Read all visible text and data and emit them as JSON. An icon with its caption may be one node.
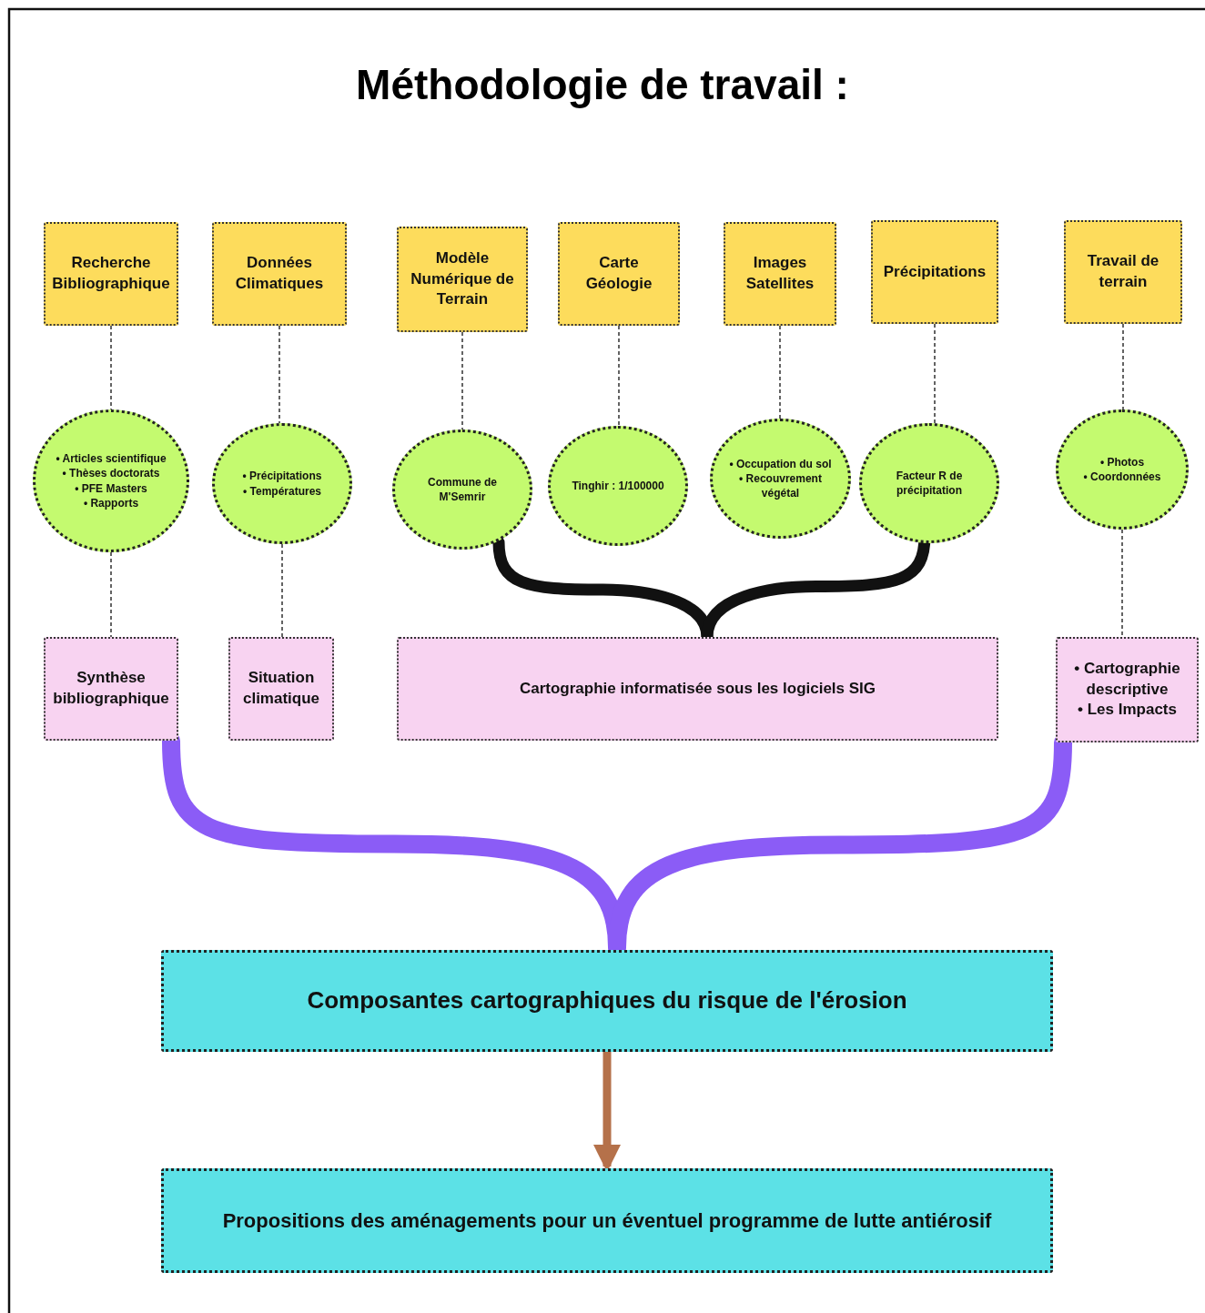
{
  "diagram": {
    "title": "Méthodologie de travail :",
    "nodes": [
      {
        "text": [
          "Recherche Bibliographique"
        ]
      },
      {
        "text": [
          "Données Climatiques"
        ]
      },
      {
        "text": [
          "Modèle Numérique de Terrain"
        ]
      },
      {
        "text": [
          "Carte Géologie"
        ]
      },
      {
        "text": [
          "Images Satellites"
        ]
      },
      {
        "text": [
          "Précipitations"
        ]
      },
      {
        "text": [
          "Travail de terrain"
        ]
      },
      {
        "text": [
          "• Articles scientifique",
          "• Thèses doctorats",
          "• PFE Masters",
          "• Rapports"
        ]
      },
      {
        "text": [
          "• Précipitations",
          "• Températures"
        ]
      },
      {
        "text": [
          "Commune de M'Semrir"
        ]
      },
      {
        "text": [
          "Tinghir : 1/100000"
        ]
      },
      {
        "text": [
          "• Occupation du sol",
          "• Recouvrement végétal"
        ]
      },
      {
        "text": [
          "Facteur R de précipitation"
        ]
      },
      {
        "text": [
          "• Photos",
          "• Coordonnées"
        ]
      },
      {
        "text": [
          "Synthèse bibliographique"
        ]
      },
      {
        "text": [
          "Situation climatique"
        ]
      },
      {
        "text": [
          "Cartographie informatisée sous les logiciels SIG"
        ]
      },
      {
        "text": [
          "• Cartographie descriptive",
          "• Les Impacts"
        ]
      },
      {
        "text": [
          "Composantes cartographiques du risque de l'érosion"
        ]
      },
      {
        "text": [
          "Propositions des aménagements pour un éventuel programme de lutte antiérosif"
        ]
      }
    ],
    "edges": [
      {
        "from": 0,
        "to": 7,
        "arrow": "none",
        "style": "dashed"
      },
      {
        "from": 1,
        "to": 8,
        "arrow": "none",
        "style": "dashed"
      },
      {
        "from": 2,
        "to": 9,
        "arrow": "none",
        "style": "dashed"
      },
      {
        "from": 3,
        "to": 10,
        "arrow": "none",
        "style": "dashed"
      },
      {
        "from": 4,
        "to": 11,
        "arrow": "none",
        "style": "dashed"
      },
      {
        "from": 5,
        "to": 12,
        "arrow": "none",
        "style": "dashed"
      },
      {
        "from": 6,
        "to": 13,
        "arrow": "none",
        "style": "dashed"
      },
      {
        "from": 7,
        "to": 14,
        "arrow": "none",
        "style": "dashed"
      },
      {
        "from": 8,
        "to": 15,
        "arrow": "none",
        "style": "dashed"
      },
      {
        "from": 13,
        "to": 17,
        "arrow": "none",
        "style": "dashed"
      },
      {
        "from": 9,
        "to": 16,
        "arrow": "none",
        "style": "thick"
      },
      {
        "from": 12,
        "to": 16,
        "arrow": "none",
        "style": "thick"
      },
      {
        "from": 14,
        "to": 18,
        "arrow": "none",
        "style": "thick",
        "color": "#8b5cf6"
      },
      {
        "from": 17,
        "to": 18,
        "arrow": "none",
        "style": "thick",
        "color": "#8b5cf6"
      },
      {
        "from": 18,
        "to": 19,
        "arrow": "to",
        "style": "thick",
        "color": "#b5714a"
      }
    ]
  }
}
